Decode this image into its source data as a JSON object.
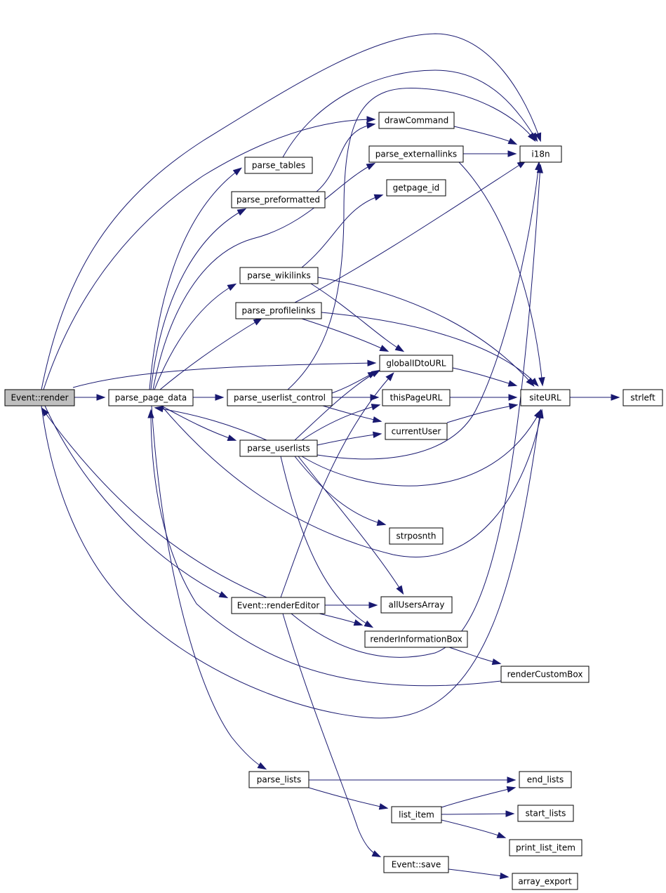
{
  "colors": {
    "edge": "#191970",
    "node_fill": "#ffffff",
    "root_fill": "#bfbfbf",
    "node_stroke": "#000000"
  },
  "nodes": [
    {
      "id": "render",
      "label": "Event::render"
    },
    {
      "id": "parse_page_data",
      "label": "parse_page_data"
    },
    {
      "id": "parse_tables",
      "label": "parse_tables"
    },
    {
      "id": "parse_preformatted",
      "label": "parse_preformatted"
    },
    {
      "id": "parse_wikilinks",
      "label": "parse_wikilinks"
    },
    {
      "id": "parse_profilelinks",
      "label": "parse_profilelinks"
    },
    {
      "id": "parse_userlist_control",
      "label": "parse_userlist_control"
    },
    {
      "id": "parse_userlists",
      "label": "parse_userlists"
    },
    {
      "id": "renderEditor",
      "label": "Event::renderEditor"
    },
    {
      "id": "parse_lists",
      "label": "parse_lists"
    },
    {
      "id": "drawCommand",
      "label": "drawCommand"
    },
    {
      "id": "parse_externallinks",
      "label": "parse_externallinks"
    },
    {
      "id": "getpage_id",
      "label": "getpage_id"
    },
    {
      "id": "globalIDtoURL",
      "label": "globalIDtoURL"
    },
    {
      "id": "thisPageURL",
      "label": "thisPageURL"
    },
    {
      "id": "currentUser",
      "label": "currentUser"
    },
    {
      "id": "strposnth",
      "label": "strposnth"
    },
    {
      "id": "allUsersArray",
      "label": "allUsersArray"
    },
    {
      "id": "renderInformationBox",
      "label": "renderInformationBox"
    },
    {
      "id": "renderCustomBox",
      "label": "renderCustomBox"
    },
    {
      "id": "i18n",
      "label": "i18n"
    },
    {
      "id": "siteURL",
      "label": "siteURL"
    },
    {
      "id": "strleft",
      "label": "strleft"
    },
    {
      "id": "end_lists",
      "label": "end_lists"
    },
    {
      "id": "list_item",
      "label": "list_item"
    },
    {
      "id": "start_lists",
      "label": "start_lists"
    },
    {
      "id": "print_list_item",
      "label": "print_list_item"
    },
    {
      "id": "save",
      "label": "Event::save"
    },
    {
      "id": "array_export",
      "label": "array_export"
    }
  ],
  "edges": [
    [
      "render",
      "parse_page_data"
    ],
    [
      "render",
      "i18n"
    ],
    [
      "render",
      "drawCommand"
    ],
    [
      "render",
      "globalIDtoURL"
    ],
    [
      "render",
      "renderEditor"
    ],
    [
      "render",
      "siteURL"
    ],
    [
      "parse_page_data",
      "parse_tables"
    ],
    [
      "parse_page_data",
      "parse_preformatted"
    ],
    [
      "parse_page_data",
      "parse_externallinks"
    ],
    [
      "parse_page_data",
      "parse_wikilinks"
    ],
    [
      "parse_page_data",
      "parse_profilelinks"
    ],
    [
      "parse_page_data",
      "parse_userlist_control"
    ],
    [
      "parse_page_data",
      "parse_userlists"
    ],
    [
      "parse_page_data",
      "siteURL"
    ],
    [
      "parse_page_data",
      "parse_lists"
    ],
    [
      "parse_tables",
      "i18n"
    ],
    [
      "parse_preformatted",
      "drawCommand"
    ],
    [
      "drawCommand",
      "i18n"
    ],
    [
      "parse_externallinks",
      "i18n"
    ],
    [
      "parse_externallinks",
      "siteURL"
    ],
    [
      "parse_wikilinks",
      "getpage_id"
    ],
    [
      "parse_wikilinks",
      "globalIDtoURL"
    ],
    [
      "parse_wikilinks",
      "siteURL"
    ],
    [
      "parse_profilelinks",
      "i18n"
    ],
    [
      "parse_profilelinks",
      "globalIDtoURL"
    ],
    [
      "parse_profilelinks",
      "siteURL"
    ],
    [
      "parse_userlist_control",
      "i18n"
    ],
    [
      "parse_userlist_control",
      "thisPageURL"
    ],
    [
      "parse_userlist_control",
      "currentUser"
    ],
    [
      "parse_userlist_control",
      "globalIDtoURL"
    ],
    [
      "parse_userlists",
      "parse_page_data"
    ],
    [
      "parse_userlists",
      "globalIDtoURL"
    ],
    [
      "parse_userlists",
      "thisPageURL"
    ],
    [
      "parse_userlists",
      "currentUser"
    ],
    [
      "parse_userlists",
      "i18n"
    ],
    [
      "parse_userlists",
      "siteURL"
    ],
    [
      "parse_userlists",
      "strposnth"
    ],
    [
      "parse_userlists",
      "allUsersArray"
    ],
    [
      "parse_userlists",
      "renderInformationBox"
    ],
    [
      "globalIDtoURL",
      "siteURL"
    ],
    [
      "thisPageURL",
      "siteURL"
    ],
    [
      "currentUser",
      "siteURL"
    ],
    [
      "siteURL",
      "strleft"
    ],
    [
      "renderEditor",
      "render"
    ],
    [
      "renderEditor",
      "globalIDtoURL"
    ],
    [
      "renderEditor",
      "allUsersArray"
    ],
    [
      "renderEditor",
      "renderInformationBox"
    ],
    [
      "renderEditor",
      "i18n"
    ],
    [
      "renderEditor",
      "save"
    ],
    [
      "renderInformationBox",
      "renderCustomBox"
    ],
    [
      "renderCustomBox",
      "parse_page_data"
    ],
    [
      "parse_lists",
      "end_lists"
    ],
    [
      "parse_lists",
      "list_item"
    ],
    [
      "list_item",
      "end_lists"
    ],
    [
      "list_item",
      "start_lists"
    ],
    [
      "list_item",
      "print_list_item"
    ],
    [
      "save",
      "array_export"
    ]
  ]
}
